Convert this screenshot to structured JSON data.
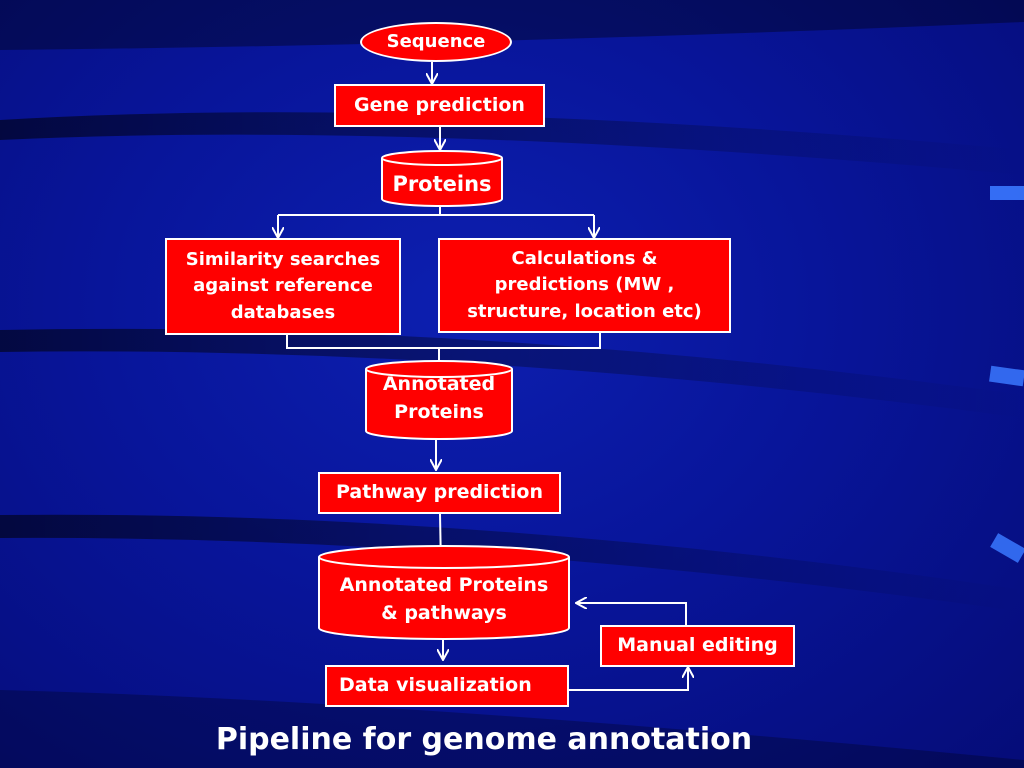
{
  "colors": {
    "background": "#0a1aa8",
    "node_fill": "#ff0000",
    "node_border": "#ffffff",
    "connector": "#ffffff",
    "text": "#ffffff"
  },
  "diagram": {
    "nodes": {
      "sequence": {
        "label": "Sequence",
        "shape": "oval"
      },
      "gene_prediction": {
        "label": "Gene prediction",
        "shape": "rectangle"
      },
      "proteins": {
        "label": "Proteins",
        "shape": "cylinder"
      },
      "similarity_searches": {
        "label": "Similarity searches\nagainst reference\ndatabases",
        "shape": "rectangle"
      },
      "calculations": {
        "label": "Calculations &\npredictions (MW ,\nstructure, location etc)",
        "shape": "rectangle"
      },
      "annotated_proteins": {
        "label": "Annotated\nProteins",
        "shape": "cylinder"
      },
      "pathway_prediction": {
        "label": "Pathway prediction",
        "shape": "rectangle"
      },
      "annotated_proteins_pathways": {
        "label": "Annotated Proteins\n& pathways",
        "shape": "cylinder"
      },
      "manual_editing": {
        "label": "Manual editing",
        "shape": "rectangle"
      },
      "data_visualization": {
        "label": "Data visualization",
        "shape": "rectangle"
      }
    },
    "edges": [
      {
        "from": "sequence",
        "to": "gene_prediction"
      },
      {
        "from": "gene_prediction",
        "to": "proteins"
      },
      {
        "from": "proteins",
        "to": "similarity_searches"
      },
      {
        "from": "proteins",
        "to": "calculations"
      },
      {
        "from": "similarity_searches",
        "to": "annotated_proteins"
      },
      {
        "from": "calculations",
        "to": "annotated_proteins"
      },
      {
        "from": "annotated_proteins",
        "to": "pathway_prediction"
      },
      {
        "from": "pathway_prediction",
        "to": "annotated_proteins_pathways"
      },
      {
        "from": "annotated_proteins_pathways",
        "to": "data_visualization"
      },
      {
        "from": "data_visualization",
        "to": "manual_editing"
      },
      {
        "from": "manual_editing",
        "to": "annotated_proteins_pathways"
      }
    ]
  },
  "caption": "Pipeline for genome annotation"
}
